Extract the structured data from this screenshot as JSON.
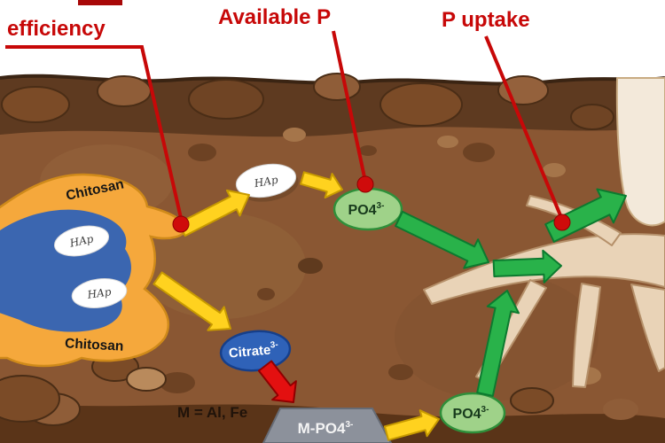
{
  "callouts": {
    "efficiency": "efficiency",
    "available_p": "Available P",
    "p_uptake": "P uptake"
  },
  "chitosan_blob": {
    "label_top": "Chitosan",
    "label_bottom": "Chitosan",
    "hap_1": "HAp",
    "hap_2": "HAp"
  },
  "particles": {
    "hap_free": "HAp",
    "po4_top": {
      "base": "PO4",
      "sup": "3-"
    },
    "po4_bottom": {
      "base": "PO4",
      "sup": "3-"
    },
    "citrate": {
      "base": "Citrate",
      "sup": "3-"
    },
    "m_po4": {
      "base": "M-PO4",
      "sup": "3-"
    }
  },
  "legend": {
    "metal": "M = Al, Fe"
  },
  "colors": {
    "callout_red": "#c70808",
    "arrow_yellow": "#ffd21f",
    "arrow_green": "#29b24a",
    "arrow_red": "#e31010",
    "chitosan_yellow": "#f5a83c",
    "core_blue": "#3b66b0",
    "po4_green": "#9fd289",
    "citrate_blue": "#2f62b8",
    "mineral_gray": "#8c919b",
    "soil_brown": "#8a5733",
    "root_beige": "#e9d3b7"
  }
}
